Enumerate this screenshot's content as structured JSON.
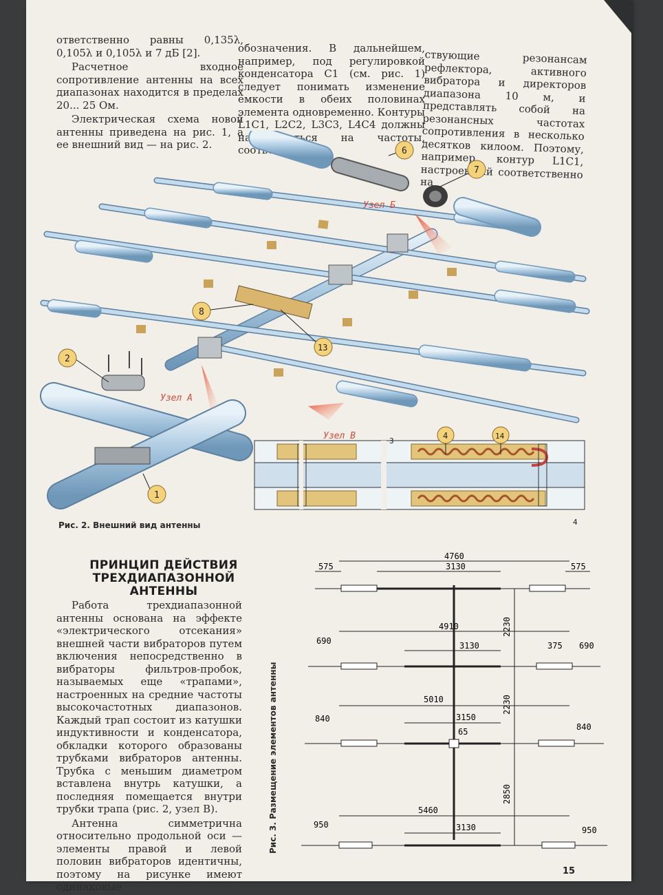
{
  "col1_top": [
    "ответственно равны 0,135λ, 0,105λ и 0,105λ и 7 дБ [2].",
    "Расчетное входное сопротивление антенны на всех диапазонах находится в пределах 20... 25 Ом.",
    "Электрическая схема новой антенны приведена на рис. 1, а ее внешний вид — на рис. 2."
  ],
  "col2_top": "обозначения. В дальнейшем, например, под регулировкой конденсатора С1 (см. рис. 1) следует понимать изменение емкости в обеих половинах элемента одновременно. Контуры L1C1, L2C2, L3C3, L4C4 должны настраиваться на частоты, соответ-",
  "col3_top": "ствующие резонансам рефлектора, активного вибратора и директоров диапазона 10 м, и представлять собой на резонансных частотах сопротивления в несколько десятков килоом. Поэтому, например, контур L1C1, настроенный соответственно на",
  "fig2": {
    "caption": "Рис. 2. Внешний вид антенны",
    "node_a": "Узел А",
    "node_b": "Узел Б",
    "node_v": "Узел В",
    "callouts": [
      "1",
      "2",
      "4",
      "6",
      "7",
      "8",
      "13",
      "14"
    ],
    "dim_3": "3",
    "dim_4": "4"
  },
  "section": {
    "title": "ПРИНЦИП ДЕЙСТВИЯ ТРЕХДИАПАЗОННОЙ АНТЕННЫ",
    "paragraphs": [
      "Работа трехдиапазонной антенны основана на эффекте «электрического отсекания» внешней части вибраторов путем включения непосредственно в вибраторы фильтров-пробок, называемых еще «трапами», настроенных на средние частоты высокочастотных диапазонов. Каждый трап состоит из катушки индуктивности и конденсатора, обкладки которого образованы трубками вибраторов антенны. Трубка с меньшим диаметром вставлена внутрь катушки, а последняя помещается внутри трубки трапа (рис. 2, узел В).",
      "Антенна симметрична относительно продольной оси — элементы правой и левой половин вибраторов идентичны, поэтому на рисунке имеют одинаковые"
    ]
  },
  "fig3": {
    "caption": "Рис. 3. Размещение элементов антенны",
    "el1": {
      "total": "4760",
      "center": "3130",
      "left": "575",
      "right": "575"
    },
    "el2": {
      "total": "4910",
      "center": "3130",
      "left": "690",
      "right1": "375",
      "right2": "690"
    },
    "el3": {
      "total": "5010",
      "center": "3150",
      "mid": "65",
      "left": "840",
      "right": "840"
    },
    "el4": {
      "total": "5460",
      "center": "3130",
      "left": "950",
      "right": "950"
    },
    "spacing": [
      "2230",
      "2230",
      "2850"
    ]
  },
  "page_number": "15"
}
